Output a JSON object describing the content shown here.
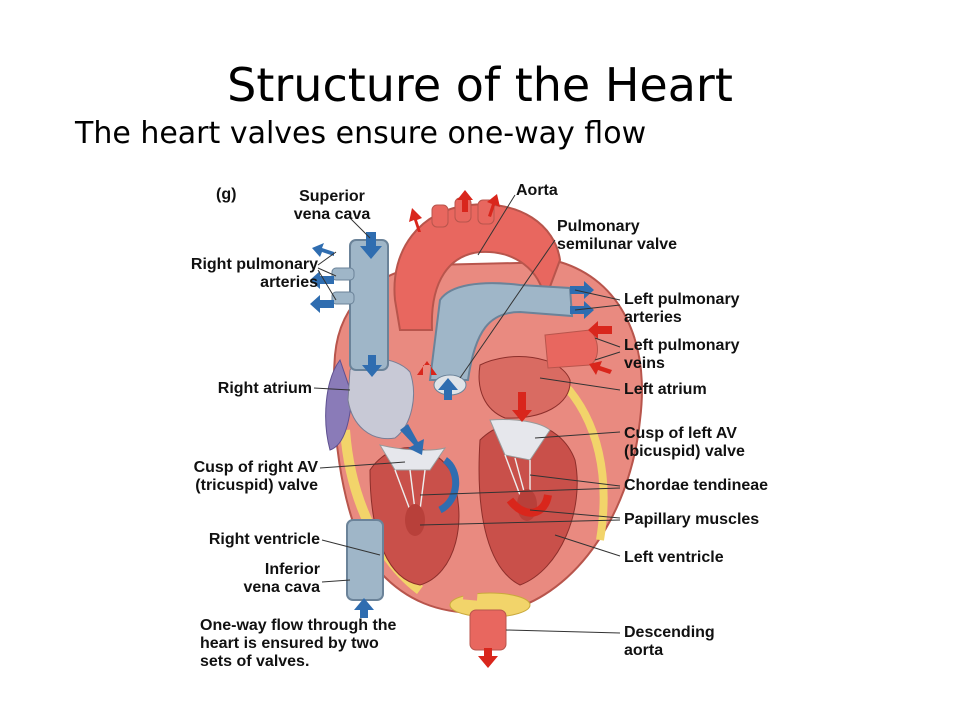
{
  "slide": {
    "title": "Structure of the Heart",
    "subtitle": "The heart valves ensure one-way flow"
  },
  "figure": {
    "panel_letter": "(g)",
    "labels": {
      "superior_vena_cava": "Superior\nvena cava",
      "aorta": "Aorta",
      "pulmonary_semilunar_valve": "Pulmonary\nsemilunar valve",
      "right_pulmonary_arteries": "Right pulmonary\narteries",
      "left_pulmonary_arteries": "Left pulmonary\narteries",
      "left_pulmonary_veins": "Left pulmonary\nveins",
      "right_atrium": "Right atrium",
      "left_atrium": "Left atrium",
      "cusp_left_av": "Cusp of left AV\n(bicuspid) valve",
      "cusp_right_av": "Cusp of right AV\n(tricuspid) valve",
      "chordae_tendineae": "Chordae tendineae",
      "papillary_muscles": "Papillary muscles",
      "right_ventricle": "Right ventricle",
      "left_ventricle": "Left ventricle",
      "inferior_vena_cava": "Inferior\nvena cava",
      "descending_aorta": "Descending\naorta",
      "caption": "One-way flow through the\nheart is ensured by two\nsets of valves."
    },
    "colors": {
      "oxygenated": "#e8675f",
      "deoxygenated": "#9fb6c8",
      "flow_red": "#d9261c",
      "flow_blue": "#2f6db0",
      "myocardium": "#e98a80",
      "fat": "#f2d46a",
      "atrium_purple": "#8a7bb8"
    }
  }
}
